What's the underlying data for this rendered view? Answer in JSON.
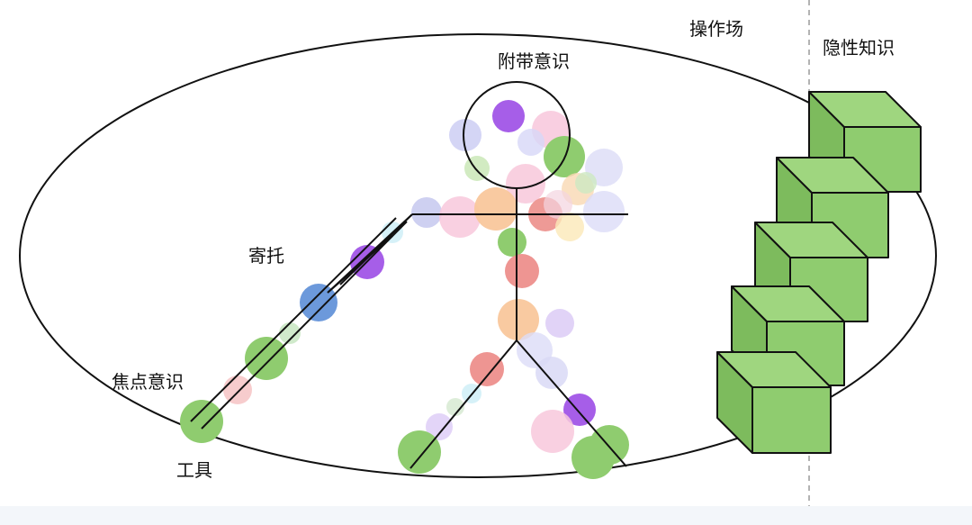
{
  "labels": {
    "operation_field": "操作场",
    "tacit_knowledge": "隐性知识",
    "subsidiary_awareness": "附带意识",
    "entrust": "寄托",
    "focal_awareness": "焦点意识",
    "tool": "工具"
  },
  "colors": {
    "line": "#111111",
    "cube_front": "#8fcc6f",
    "cube_top": "#9fd67f",
    "cube_side": "#7dbb5d",
    "divider": "#9a9a9a",
    "background": "#ffffff",
    "bottom_strip": "#f3f6fa"
  },
  "icons": {
    "figure": "stick-figure-icon",
    "blocks": "stacked-cube-icon"
  }
}
